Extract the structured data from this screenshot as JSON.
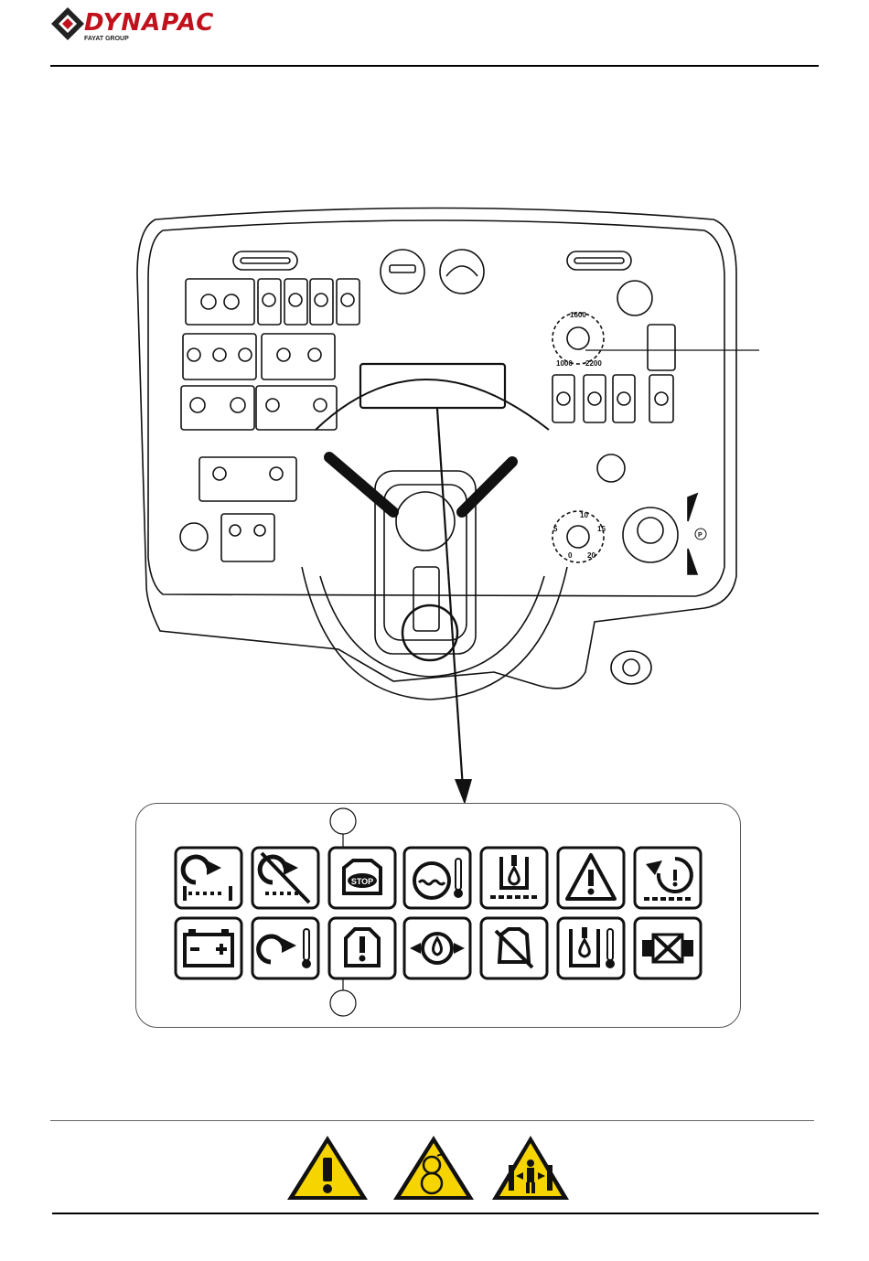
{
  "header": {
    "brand": "DYNAPAC",
    "group": "FAYAT GROUP"
  },
  "dials": {
    "rpm": {
      "top": "1600",
      "left": "1000",
      "right": "2200"
    },
    "amplitude": {
      "t0": "0",
      "t5": "5",
      "t10": "10",
      "t15": "15",
      "t20": "20"
    },
    "park": "P"
  },
  "callout_numbers": {
    "console": "",
    "panel_top": "",
    "panel_bottom": ""
  },
  "panel": {
    "stop_label": "STOP",
    "top_row": [
      {
        "icon": "engine-start-icon"
      },
      {
        "icon": "engine-start-blocked-icon"
      },
      {
        "icon": "stop-engine-icon"
      },
      {
        "icon": "coolant-level-icon"
      },
      {
        "icon": "hydraulic-fluid-level-icon"
      },
      {
        "icon": "general-warning-icon"
      },
      {
        "icon": "brake-warning-icon"
      }
    ],
    "bottom_row": [
      {
        "icon": "battery-charge-icon"
      },
      {
        "icon": "engine-temperature-icon"
      },
      {
        "icon": "engine-warning-icon"
      },
      {
        "icon": "engine-oil-pressure-icon"
      },
      {
        "icon": "air-filter-icon"
      },
      {
        "icon": "hydraulic-temperature-icon"
      },
      {
        "icon": "brake-icon"
      }
    ]
  },
  "warnings": [
    {
      "icon": "general-danger-sign-icon"
    },
    {
      "icon": "rotating-parts-sign-icon"
    },
    {
      "icon": "crush-hazard-sign-icon"
    }
  ],
  "colors": {
    "brand": "#c0121d",
    "warning_yellow": "#f5d400"
  }
}
